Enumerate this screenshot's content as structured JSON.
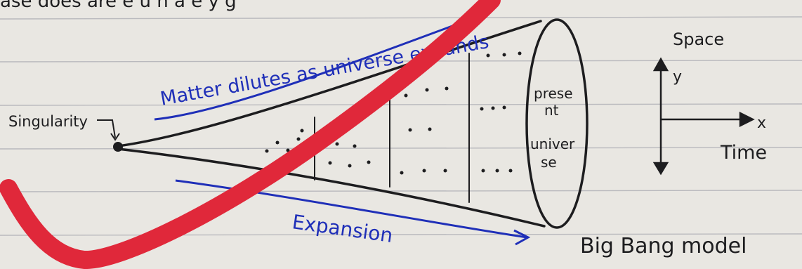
{
  "top_text": "ase   does   are   e  u   n   a   e     y      g",
  "labels": {
    "singularity": "Singularity",
    "matter_dilutes": "Matter dilutes as universe expands",
    "present_universe_line1": "prese",
    "present_universe_line2": "nt",
    "present_universe_line3": "univer",
    "present_universe_line4": "se",
    "expansion": "Expansion",
    "space": "Space",
    "y_axis": "y",
    "x_axis": "x",
    "time": "Time",
    "caption": "Big Bang model"
  },
  "colors": {
    "paper": "#e9e7e2",
    "ruled_line": "#b9b9bd",
    "ink_black": "#1d1d1f",
    "ink_blue": "#1f2fb8",
    "correction_red": "#e0283a"
  }
}
